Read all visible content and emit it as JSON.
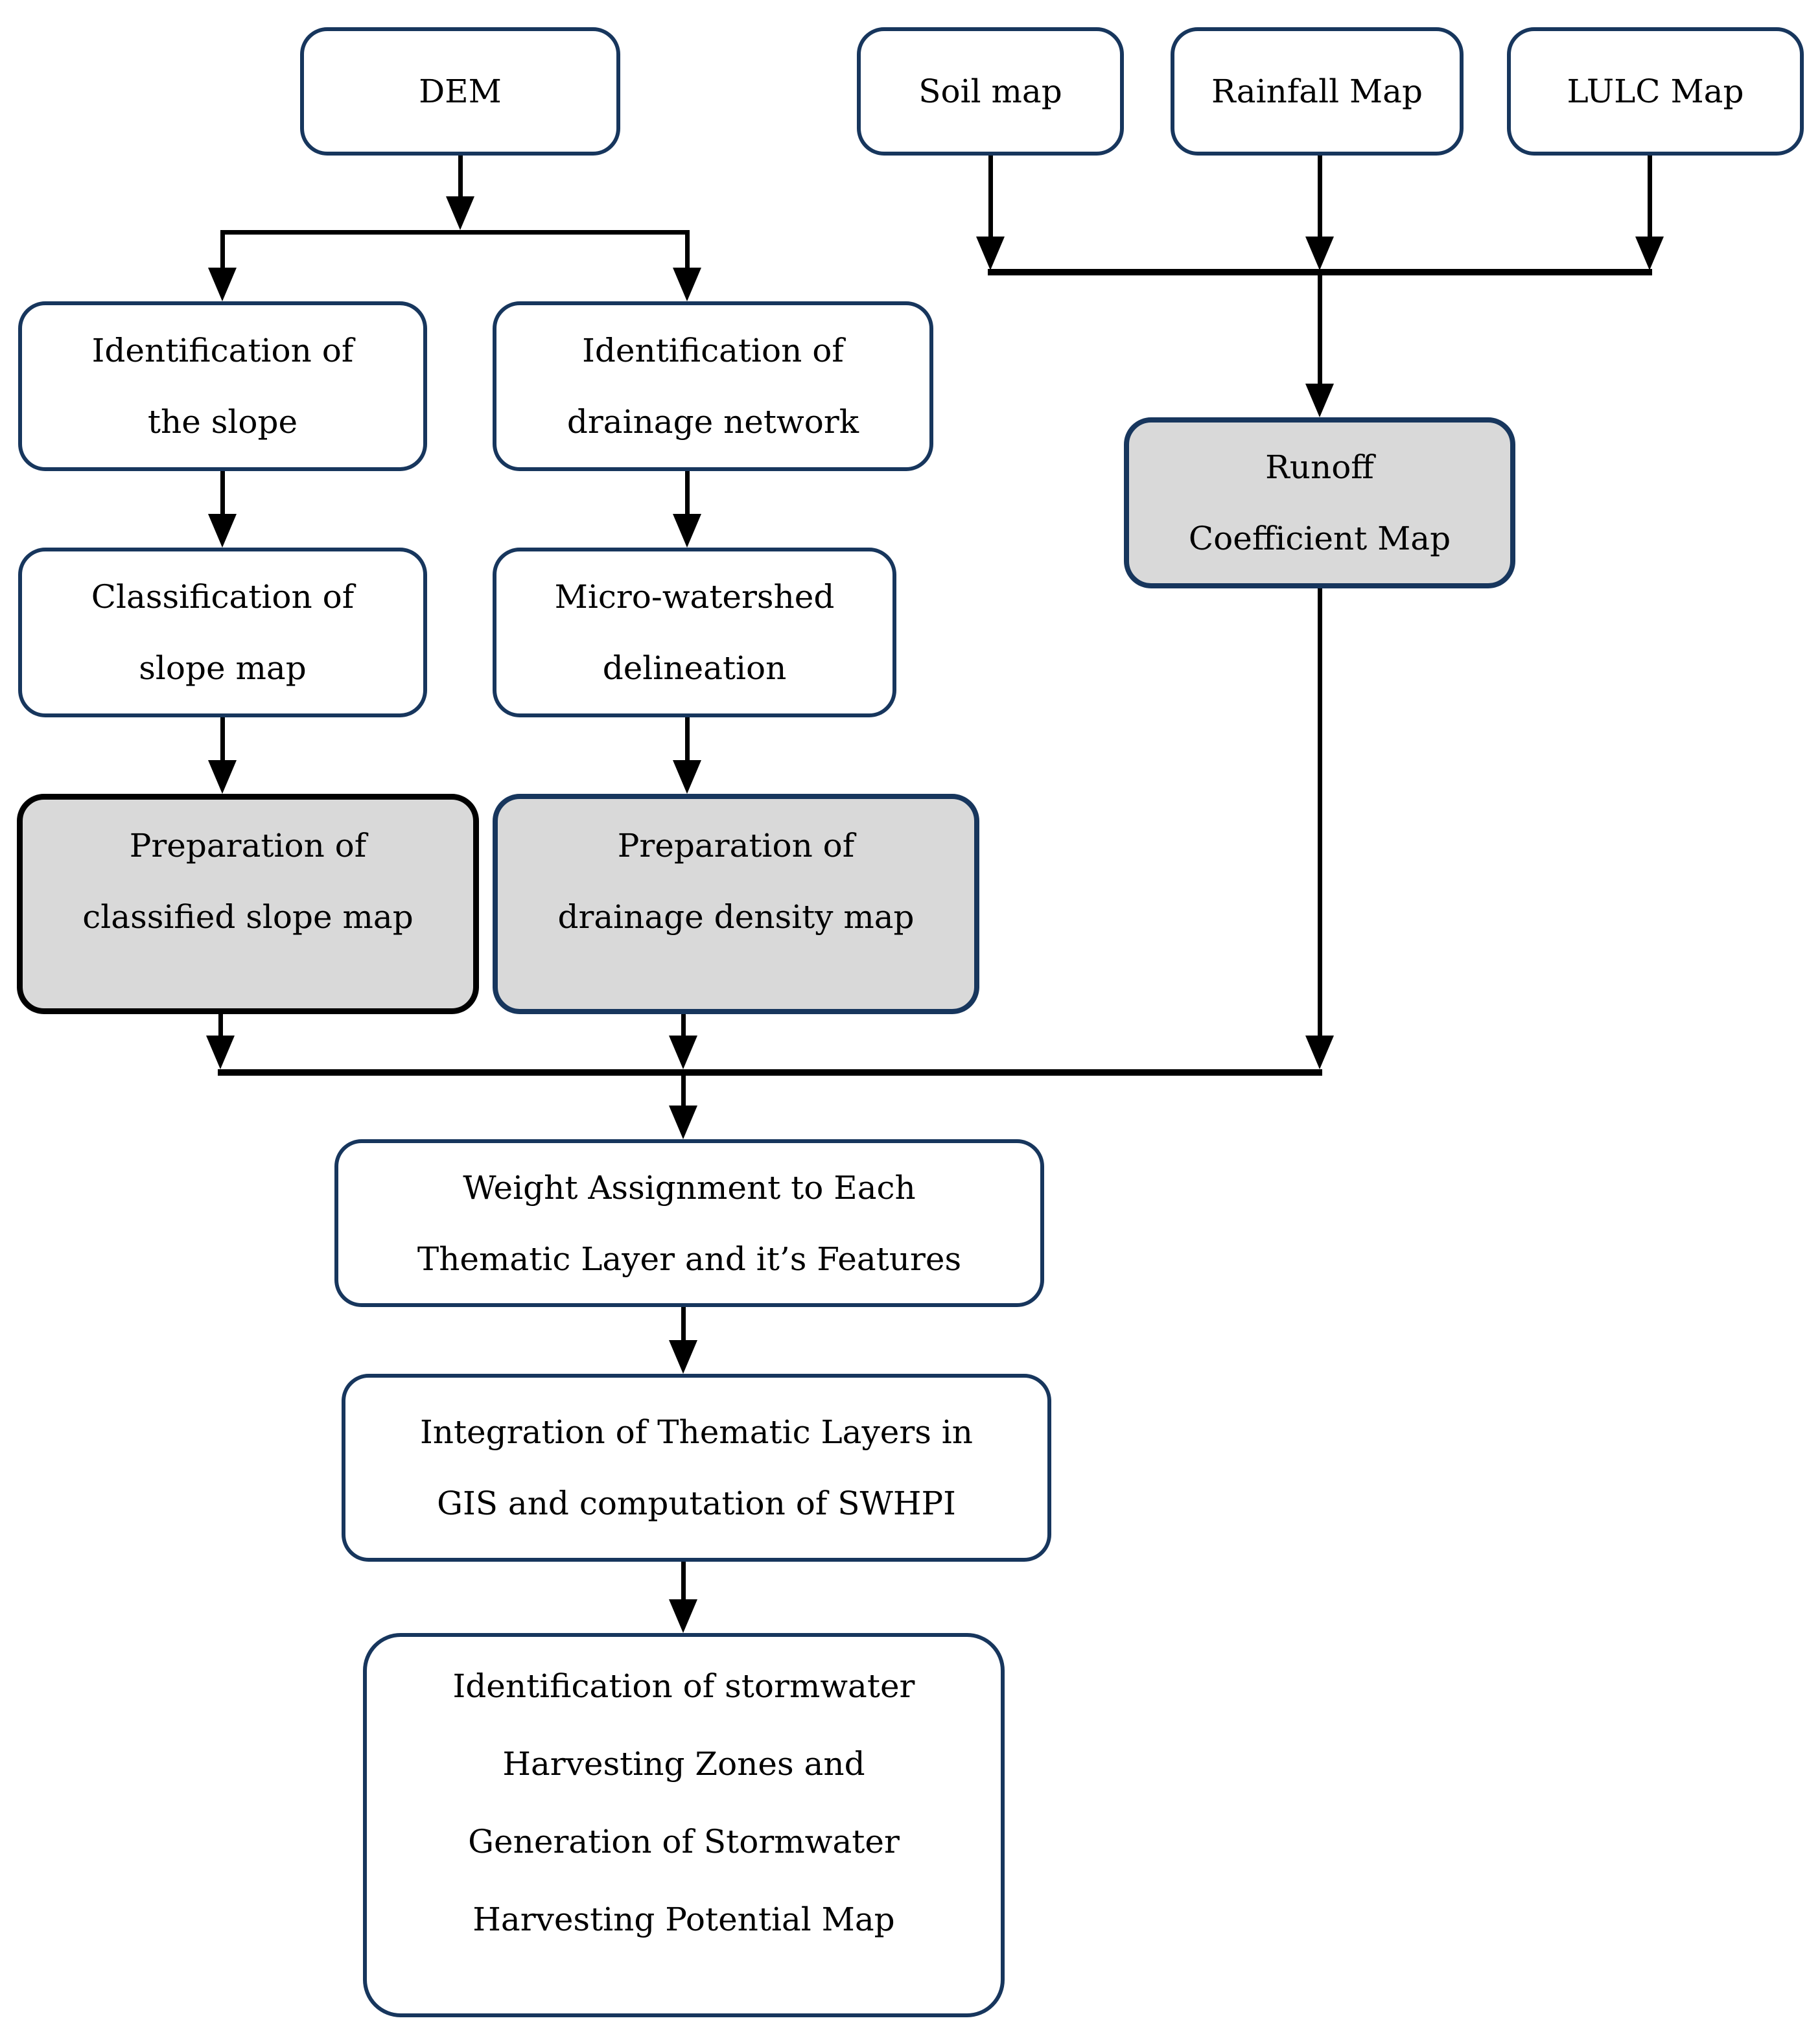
{
  "diagram": {
    "type": "flowchart",
    "background_color": "#ffffff",
    "colors": {
      "box_border_navy": "#17365d",
      "box_border_black": "#000000",
      "box_fill_white": "#ffffff",
      "box_fill_gray": "#d9d9d9",
      "connector_black": "#000000",
      "text": "#000000"
    },
    "nodes": {
      "dem": {
        "label": "DEM",
        "fill": "white"
      },
      "soil_map": {
        "label": "Soil map",
        "fill": "white"
      },
      "rainfall_map": {
        "label": "Rainfall Map",
        "fill": "white"
      },
      "lulc_map": {
        "label": "LULC Map",
        "fill": "white"
      },
      "identification_slope": {
        "label": "Identification of\nthe slope",
        "fill": "white"
      },
      "identification_drainage": {
        "label": "Identification of\ndrainage network",
        "fill": "white"
      },
      "classification_slope": {
        "label": "Classification of\nslope map",
        "fill": "white"
      },
      "micro_watershed": {
        "label": "Micro-watershed\ndelineation",
        "fill": "white"
      },
      "prep_classified_slope": {
        "label": "Preparation of\nclassified slope map",
        "fill": "gray"
      },
      "prep_drainage_density": {
        "label": "Preparation of\ndrainage density map",
        "fill": "gray"
      },
      "runoff_coefficient": {
        "label": "Runoff\nCoefficient Map",
        "fill": "gray"
      },
      "weight_assignment": {
        "label": "Weight Assignment to Each\nThematic Layer and it’s Features",
        "fill": "white"
      },
      "integration_swhpi": {
        "label": "Integration of Thematic Layers in\nGIS and computation of SWHPI",
        "fill": "white"
      },
      "identification_zones": {
        "label": "Identification of stormwater\nHarvesting Zones and\nGeneration of Stormwater\nHarvesting Potential Map",
        "fill": "white"
      }
    }
  }
}
